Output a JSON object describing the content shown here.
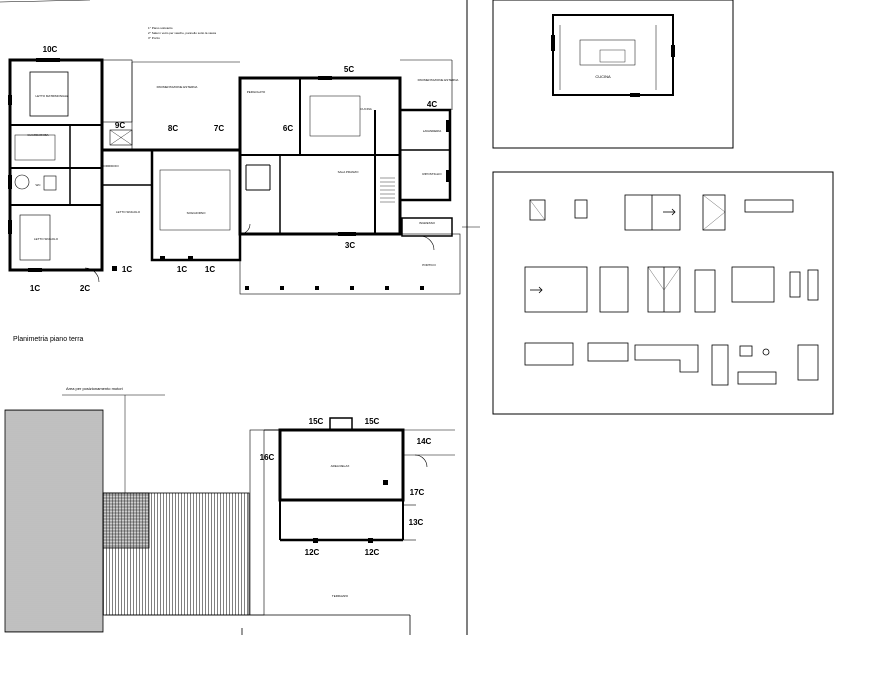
{
  "ground_floor": {
    "title": "Planimetria piano terra",
    "tags": {
      "c10": "10C",
      "c9": "9C",
      "c8": "8C",
      "c7": "7C",
      "c6": "6C",
      "c5": "5C",
      "c4": "4C",
      "c3": "3C",
      "c2": "2C",
      "c1a": "1C",
      "c1b": "1C",
      "c1c": "1C",
      "c1d": "1C"
    },
    "rooms": {
      "letto_matrimoniale": "LETTO MATRIMONIALE",
      "guardaroba": "GUARDAROBA",
      "bagno": "WC",
      "letto_singolo_1": "LETTO SINGOLO",
      "letto_singolo_2": "LETTO SINGOLO",
      "corridoio": "CORRIDOIO",
      "soggiorno": "SOGGIORNO",
      "pergolato": "PERGOLATO",
      "cucina": "CUCINA",
      "sala_pranzo": "SALA PRANZO",
      "lavanderia": "LAVANDERIA",
      "ripostiglio": "RIPOSTIGLIO",
      "ingresso": "INGRESSO",
      "portico": "PORTICO",
      "pavimentazione_esterna_1": "PAVIMENTAZIONE ESTERNA",
      "pavimentazione_esterna_2": "PAVIMENTAZIONE ESTERNA"
    },
    "notes": [
      "1° Piano sottotetto",
      "2° Sala in vetro per vasche, pannello sotto la vasca",
      "3° Pozzo"
    ]
  },
  "upper_floor": {
    "area_label": "Area per posizionamento motori",
    "room": "AREA RELAX",
    "terrace": "TERRAZZO",
    "tags": {
      "c15a": "15C",
      "c15b": "15C",
      "c14": "14C",
      "c16": "16C",
      "c17": "17C",
      "c13": "13C",
      "c12a": "12C",
      "c12b": "12C"
    }
  },
  "kitchen_detail": {
    "room": "CUCINA"
  }
}
